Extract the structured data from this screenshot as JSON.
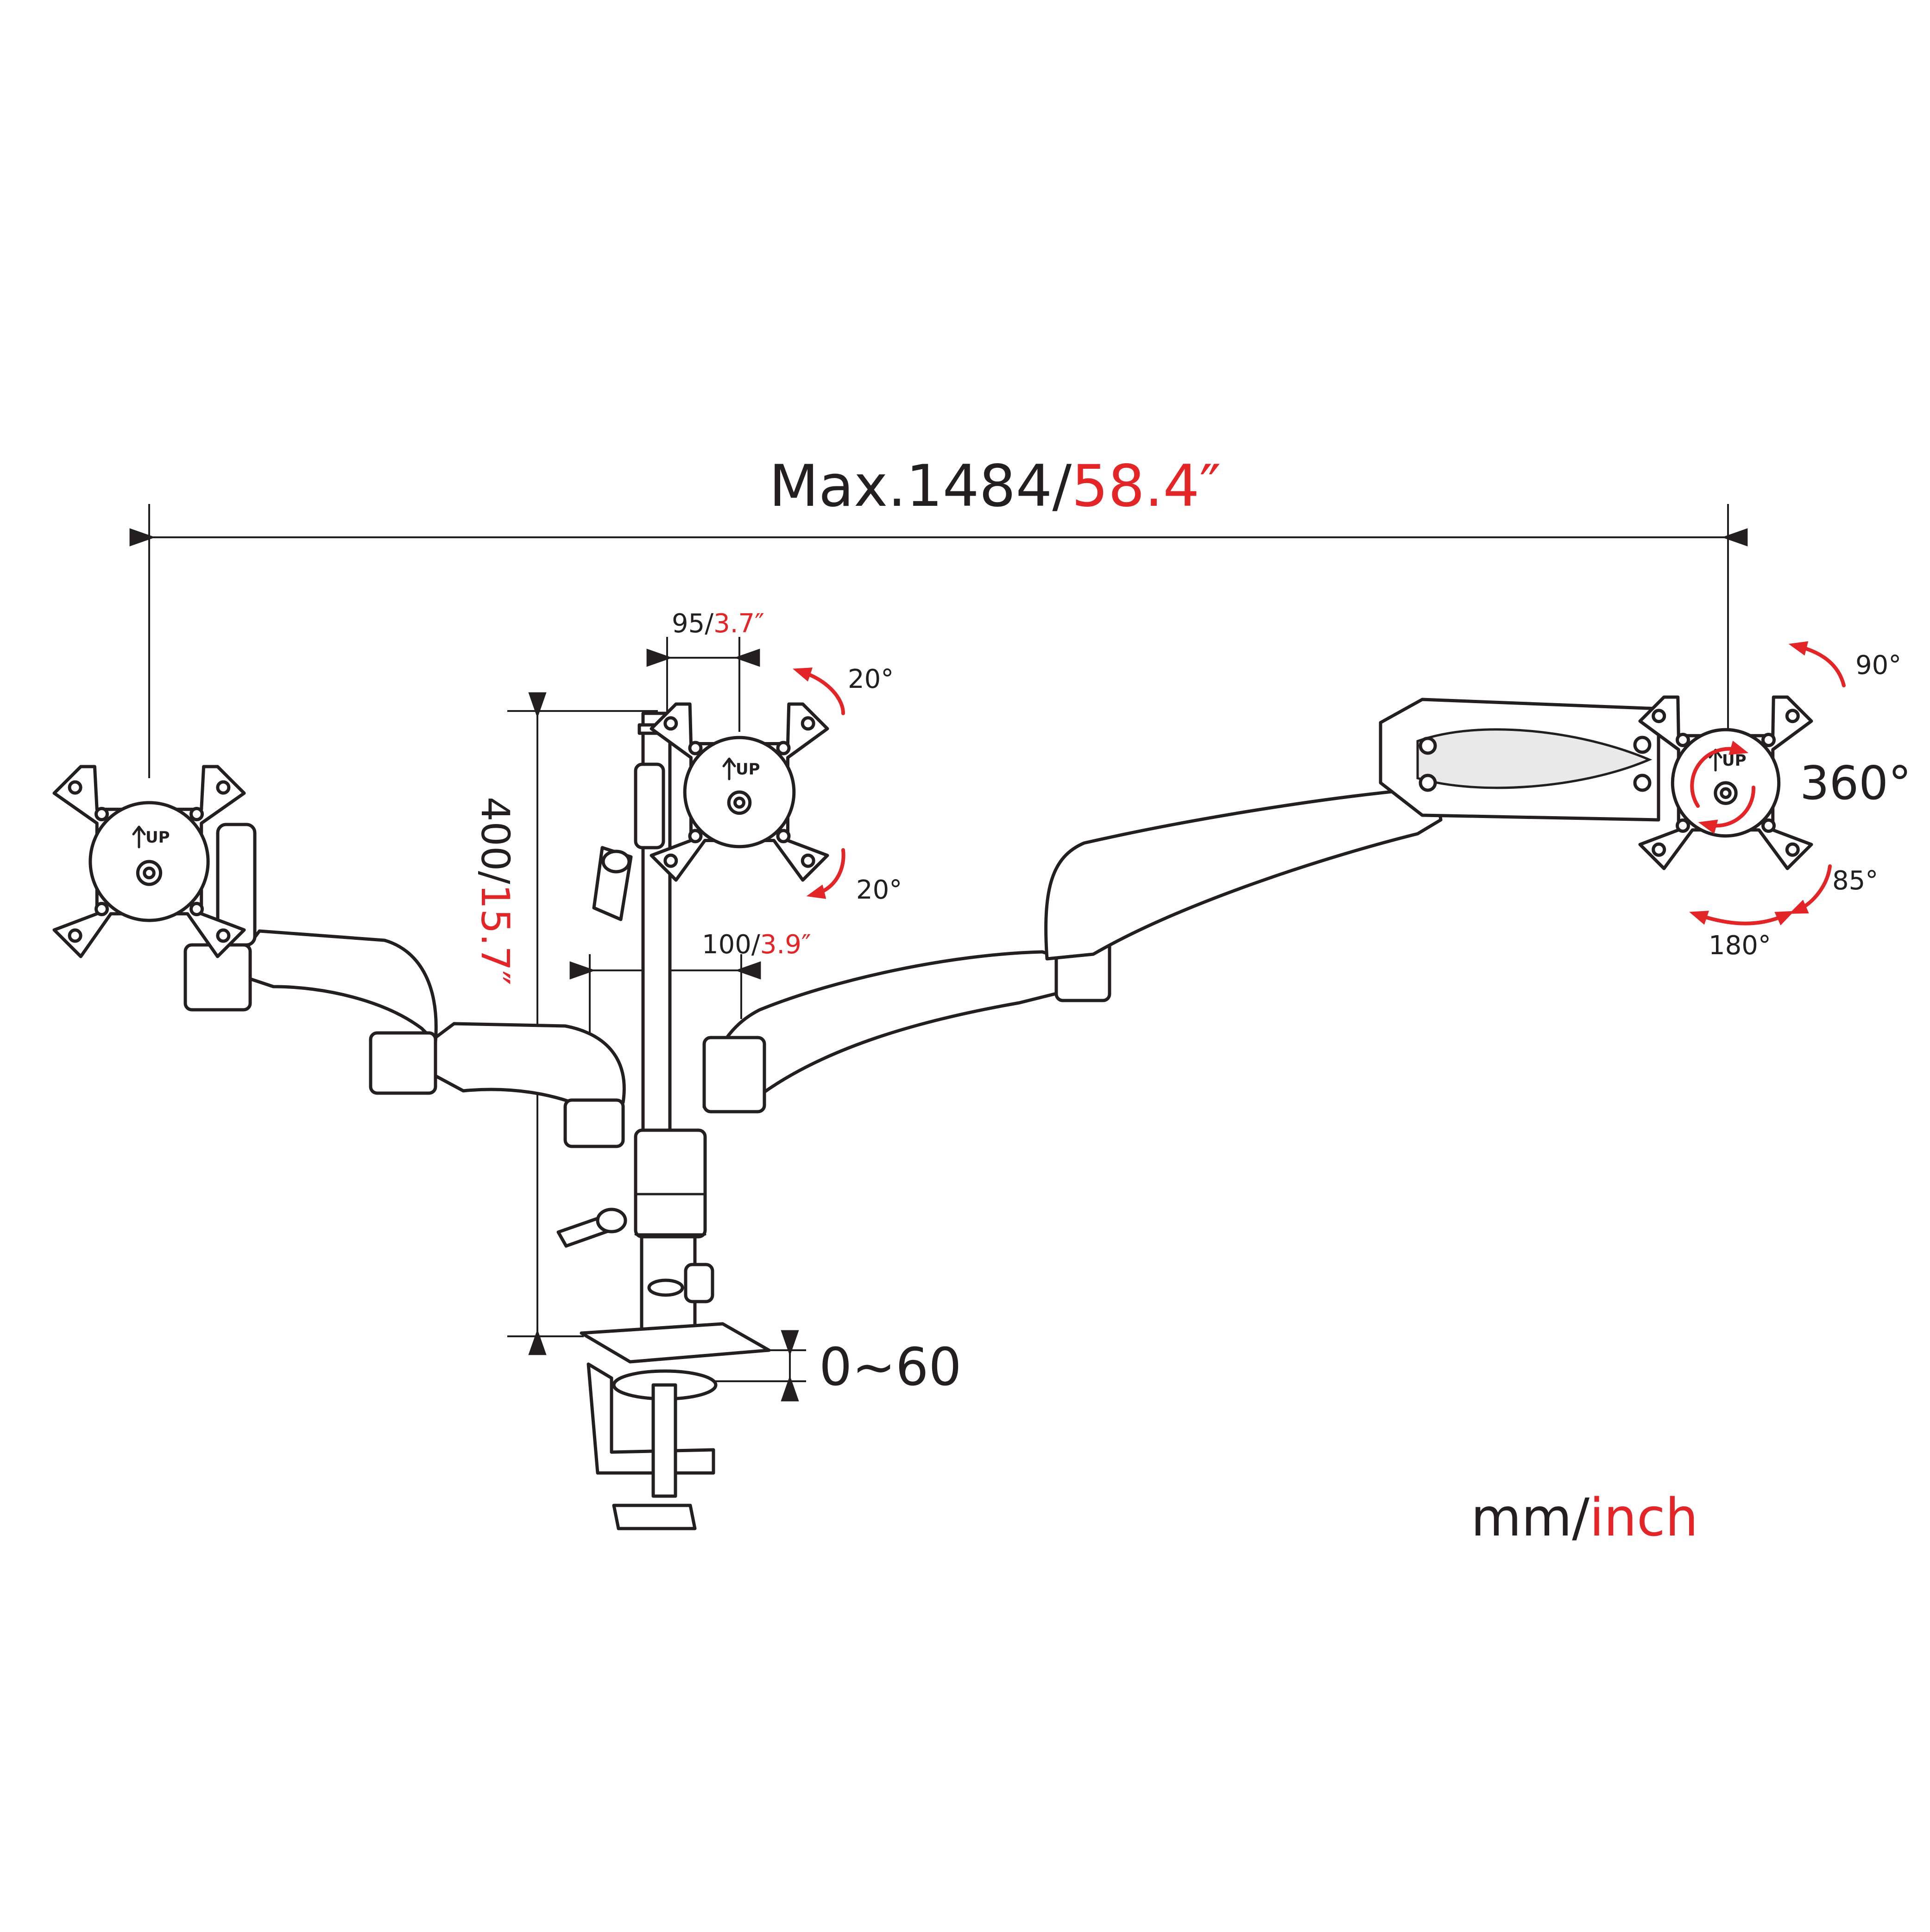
{
  "dimensions": {
    "max_width_mm": "Max.1484/",
    "max_width_in": "58.4″",
    "pole_gap_mm": "95/",
    "pole_gap_in": "3.7″",
    "height_mm": "400/",
    "height_in": "15.7″",
    "arm_offset_mm": "100/",
    "arm_offset_in": "3.9″",
    "clamp_range": "0~60"
  },
  "angles": {
    "tilt_up": "20°",
    "tilt_down": "20°",
    "tilt_up_right": "90°",
    "rotation": "360°",
    "tilt_down_right": "85°",
    "swivel": "180°"
  },
  "units": {
    "metric": "mm/",
    "imperial": "inch"
  },
  "plate_label": "UP",
  "colors": {
    "ink": "#231f20",
    "accent": "#e42528"
  }
}
